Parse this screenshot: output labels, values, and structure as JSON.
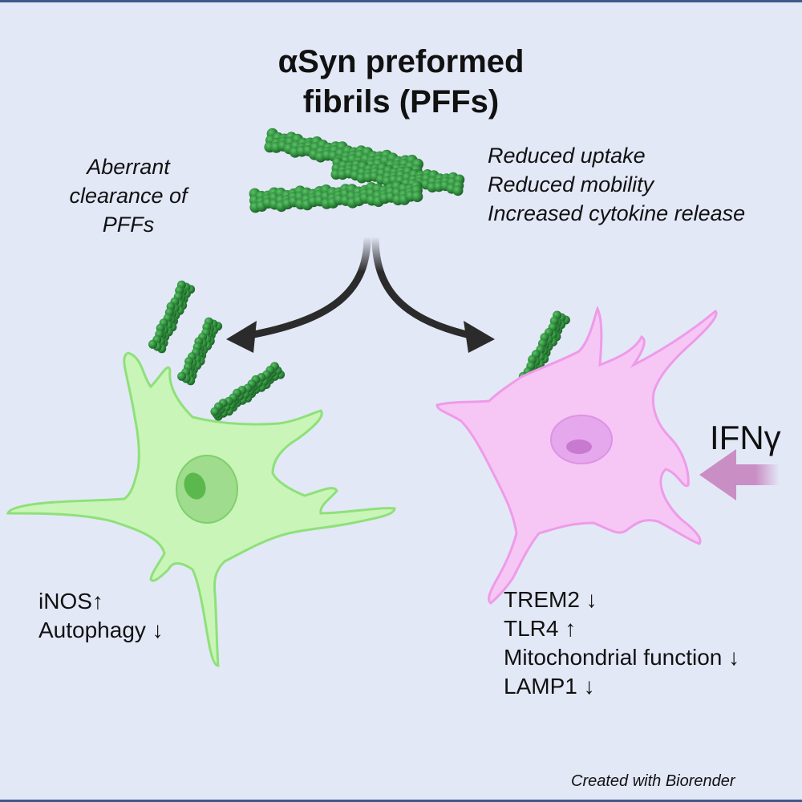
{
  "title": {
    "line1": "αSyn preformed",
    "line2": "fibrils (PFFs)"
  },
  "left_note": {
    "line1": "Aberrant",
    "line2": "clearance of",
    "line3": "PFFs"
  },
  "right_note": {
    "line1": "Reduced uptake",
    "line2": "Reduced mobility",
    "line3": "Increased cytokine release"
  },
  "left_cell": {
    "color": "#c9f5b8",
    "markers": [
      "iNOS↑",
      "Autophagy ↓"
    ]
  },
  "right_cell": {
    "color": "#f6c6f5",
    "markers": [
      "TREM2 ↓",
      "TLR4 ↑",
      "Mitochondrial function ↓",
      "LAMP1 ↓"
    ]
  },
  "stimulus": "IFNγ",
  "credit": "Created with Biorender",
  "colors": {
    "background": "#e3e8f7",
    "fibril": "#2e8a3a",
    "arrow": "#2b2b2b",
    "ifn_arrow": "#c98fc4"
  }
}
